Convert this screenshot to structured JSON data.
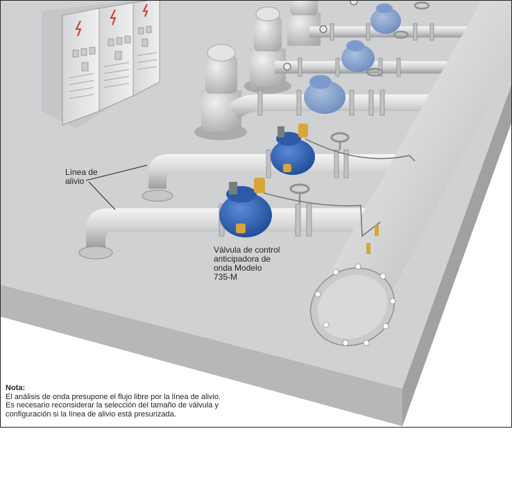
{
  "labels": {
    "relief_line": "Línea de\nalivio",
    "valve": "Válvula de control\nanticipadora de\nonda Modelo\n735-M"
  },
  "note": {
    "title": "Nota:",
    "body": "El análisis de onda presupone el flujo libre por la línea de alivio.\nEs necesario reconsiderar la selección del tamaño de válvula y\nconfiguración si la línea de alivio está presurizada."
  },
  "colors": {
    "slab_top": "#cfd1d2",
    "slab_side": "#b3b5b7",
    "pipe": "#d9dadb",
    "valve_blue": "#2f63b8",
    "valve_brass": "#d9a53a",
    "cabinet": "#e6e7e8",
    "cabinet_symbol": "#d8352a",
    "frame": "#222222"
  }
}
